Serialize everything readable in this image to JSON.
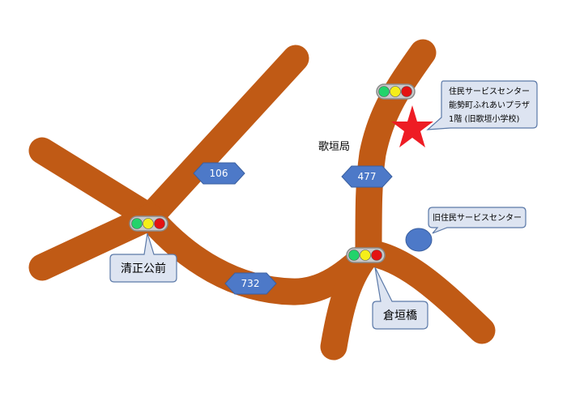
{
  "colors": {
    "road": "#c05a15",
    "route_marker": "#4d79c8",
    "callout_fill": "#dde4f1",
    "callout_border": "#5b79a8",
    "star": "#ee1c24",
    "circle_marker": "#4d79c8",
    "light_green": "#22d36b",
    "light_yellow": "#f5ee1a",
    "light_red": "#e41212"
  },
  "routes": {
    "r106": "106",
    "r477": "477",
    "r732": "732"
  },
  "labels": {
    "utagaki_post": "歌垣局"
  },
  "callouts": {
    "seisho_koumae": "清正公前",
    "kuragaki_bashi": "倉垣橋",
    "old_service_center": "旧住民サービスセンター",
    "service_center": {
      "line1": "住民サービスセンター",
      "line2": "能勢町ふれあいプラザ",
      "line3": "1階 (旧歌垣小学校)"
    }
  },
  "icons": {
    "traffic_light": "traffic-light-icon",
    "star": "star-icon",
    "circle": "circle-marker-icon"
  }
}
